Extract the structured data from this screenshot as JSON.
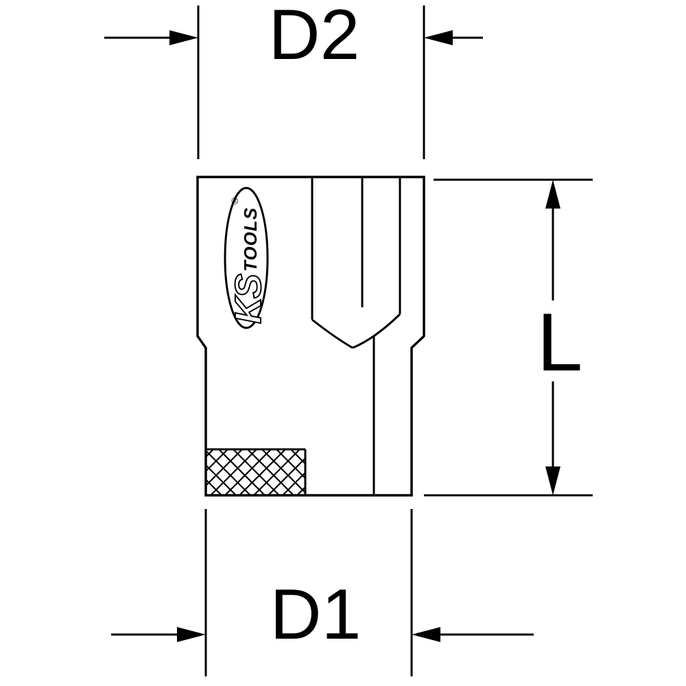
{
  "labels": {
    "d2": "D2",
    "d1": "D1",
    "length": "L"
  },
  "logo": {
    "ks": "KS",
    "tools": "TOOLS",
    "registered": "®"
  },
  "colors": {
    "line": "#000000",
    "background": "#ffffff"
  }
}
